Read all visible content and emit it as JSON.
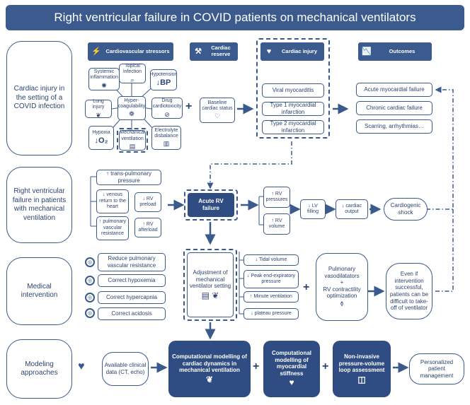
{
  "title": "Right ventricular failure in COVID patients on mechanical ventilators",
  "rows": {
    "r1": "Cardiac injury in the setting of a COVID infection",
    "r2": "Right ventricular failure in patients with mechanical ventilation",
    "r3": "Medical intervention",
    "r4": "Modeling approaches"
  },
  "headers": {
    "stressors": "Cardiovascular stressors",
    "reserve": "Cardiac reserve",
    "injury": "Cardiac injury",
    "outcomes": "Outcomes"
  },
  "stressors": {
    "systemic": "Systemic inflammation",
    "topical": "Topical infection",
    "hypotension": "Hypotension",
    "hypotension_sym": "↓BP",
    "lung": "Lung injury",
    "hyper": "Hyper-coagulability",
    "drug": "Drug cardiotoxicity",
    "hypoxia": "Hypoxia",
    "hypoxia_sym": "↓O₂",
    "mech": "Mechanical ventilation",
    "electrolyte": "Electrolyte disbalance"
  },
  "reserve": {
    "baseline": "Baseline cardiac status"
  },
  "injury": {
    "viral": "Viral myocarditis",
    "type1": "Type 1 myocardial infarction",
    "type2": "Type 2 myocardial infarction"
  },
  "outcomes": {
    "acute": "Acute myocardial failure",
    "chronic": "Chronic cardiac failure",
    "scarring": "Scarring, arrhythmias…"
  },
  "rv": {
    "transpulm": "↑ trans-pulmonary pressure",
    "venous": "↓ venous return to the heart",
    "preload": "↓ RV preload",
    "pvr": "↑ pulmonary vascular resistance",
    "afterload": "↑ RV afterload",
    "acute_rv": "Acute RV failure",
    "rv_pressures": "↑ RV pressures",
    "rv_volume": "↑ RV volume",
    "lv_filling": "↓ LV filling",
    "cardiac_output": "↓ cardiac output",
    "shock": "Cardiogenic shock"
  },
  "intervention": {
    "reduce_pvr": "Reduce pulmonary vascular resistance",
    "hypoxemia": "Correct hypoxemia",
    "hypercapnia": "Correct hypercapnia",
    "acidosis": "Correct acidosis",
    "adjust": "Adjustment of mechanical ventilator setting",
    "tidal": "↓ Tidal volume",
    "peep": "↓ Peak end-expiratory pressure",
    "minute": "↑ Minute ventilation",
    "plateau": "↓ plateau pressure",
    "vaso": "Pulmonary vasodilatators",
    "vaso_plus": "+",
    "rv_contract": "RV contractility optimization",
    "even_if": "Even if intervention successful, patients can be difficult to take-off of ventilator"
  },
  "modeling": {
    "clinical": "Available clinical data (CT, echo)",
    "comp_vent": "Computational modelling of cardiac dynamics in mechanical ventilation",
    "comp_stiff": "Computational modelling of myocardial stiffness",
    "pv_loop": "Non-invasive pressure-volume loop assessment",
    "personalized": "Personalized patient management"
  },
  "plus": "+"
}
